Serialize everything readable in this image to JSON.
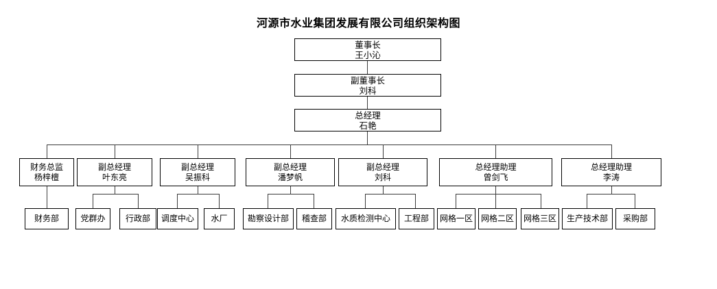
{
  "title": "河源市水业集团发展有限公司组织架构图",
  "executives": [
    {
      "role": "董事长",
      "person": "王小沁"
    },
    {
      "role": "副董事长",
      "person": "刘科"
    },
    {
      "role": "总经理",
      "person": "石艳"
    }
  ],
  "managers": [
    {
      "role": "财务总监",
      "person": "杨梓檀"
    },
    {
      "role": "副总经理",
      "person": "叶东亮"
    },
    {
      "role": "副总经理",
      "person": "吴振科"
    },
    {
      "role": "副总经理",
      "person": "潘梦帆"
    },
    {
      "role": "副总经理",
      "person": "刘科"
    },
    {
      "role": "总经理助理",
      "person": "曾剑飞"
    },
    {
      "role": "总经理助理",
      "person": "李涛"
    }
  ],
  "departments": [
    {
      "name": "财务部"
    },
    {
      "name": "党群办"
    },
    {
      "name": "行政部"
    },
    {
      "name": "调度中心"
    },
    {
      "name": "水厂"
    },
    {
      "name": "勘察设计部"
    },
    {
      "name": "稽查部"
    },
    {
      "name": "水质检测中心"
    },
    {
      "name": "工程部"
    },
    {
      "name": "网格一区"
    },
    {
      "name": "网格二区"
    },
    {
      "name": "网格三区"
    },
    {
      "name": "生产技术部"
    },
    {
      "name": "采购部"
    }
  ],
  "colors": {
    "box_border": "#000000",
    "connector": "#3a3a3a",
    "background": "#ffffff",
    "text": "#000000"
  }
}
